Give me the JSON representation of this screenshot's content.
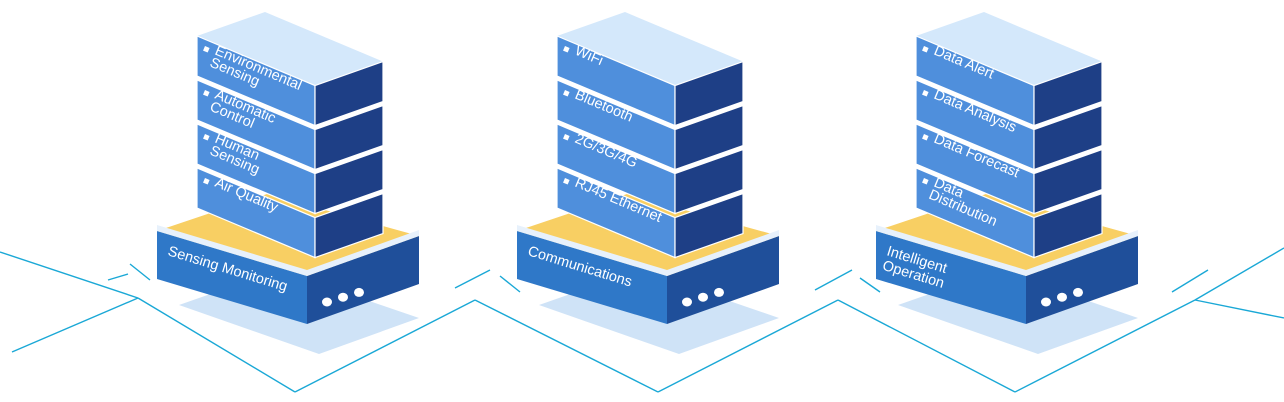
{
  "stacks": [
    {
      "base_label": "Sensing Monitoring",
      "layers": [
        [
          "Environmental",
          "Sensing"
        ],
        [
          "Automatic",
          "Control"
        ],
        [
          "Human",
          "Sensing"
        ],
        [
          "Air Quality"
        ]
      ]
    },
    {
      "base_label": "Communications",
      "layers": [
        [
          "WiFi"
        ],
        [
          "Bluetooth"
        ],
        [
          "2G/3G/4G"
        ],
        [
          "RJ45 Ethernet"
        ]
      ]
    },
    {
      "base_label": "Intelligent Operation",
      "layers": [
        [
          "Data Alert"
        ],
        [
          "Data Analysis"
        ],
        [
          "Data Forecast"
        ],
        [
          "Data",
          "Distribution"
        ]
      ]
    }
  ],
  "colors": {
    "line": "#1aa8d6",
    "shadow": "#cfe3f7",
    "pad": "#f8cf63",
    "base_top": "#e7f1fc",
    "base_front": "#2f78c8",
    "base_side": "#1f4f9a",
    "layer_front": "#4f8fdc",
    "layer_side": "#1e3f86",
    "cap_top": "#d4e8fb",
    "dot": "#ffffff"
  }
}
